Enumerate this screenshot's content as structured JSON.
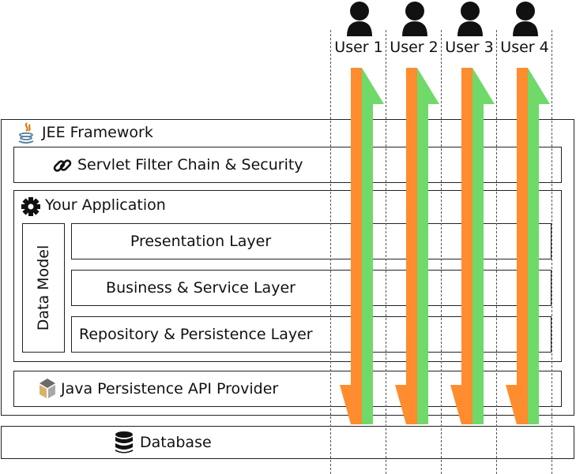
{
  "framework": {
    "title": "JEE Framework"
  },
  "servlet": {
    "title": "Servlet Filter Chain & Security"
  },
  "application": {
    "title": "Your Application"
  },
  "data_model": {
    "title": "Data Model"
  },
  "layers": [
    {
      "title": "Presentation Layer"
    },
    {
      "title": "Business & Service Layer"
    },
    {
      "title": "Repository & Persistence Layer"
    }
  ],
  "jpa": {
    "title": "Java Persistence API Provider"
  },
  "database": {
    "title": "Database"
  },
  "users": [
    {
      "label": "User 1"
    },
    {
      "label": "User 2"
    },
    {
      "label": "User 3"
    },
    {
      "label": "User 4"
    }
  ],
  "colors": {
    "request_arrow": "#ff8c2e",
    "response_arrow": "#6fd96a",
    "border": "#222222"
  },
  "icons": [
    "java-icon",
    "link-icon",
    "gear-icon",
    "jpa-provider-icon",
    "database-icon",
    "user-icon"
  ]
}
